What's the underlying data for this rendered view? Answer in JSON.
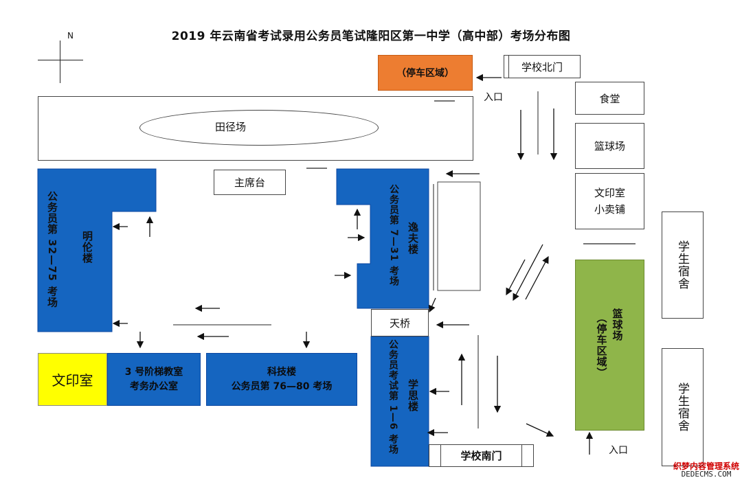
{
  "title": "2019 年云南省考试录用公务员笔试隆阳区第一中学（高中部）考场分布图",
  "compass": {
    "label": "N"
  },
  "areas": {
    "parking_north": "（停车区域）",
    "north_gate": "学校北门",
    "entrance_north": "入口",
    "canteen": "食堂",
    "basketball_top": "篮球场",
    "print_shop": [
      "文印室",
      "小卖铺"
    ],
    "dorm_top": "学生宿舍",
    "dorm_bottom": "学生宿舍",
    "track_field": "田径场",
    "rostrum": "主席台",
    "minglun_building": {
      "name": "明伦楼",
      "rooms": "公务员第 32—75 考场"
    },
    "yifu_building": {
      "name": "逸夫楼",
      "rooms": "公务员第 7—31 考场"
    },
    "bridge": "天桥",
    "xuesi_building": {
      "name": "学思楼",
      "rooms": "公务员考试第 1—6 考场"
    },
    "south_gate": "学校南门",
    "entrance_south": "入口",
    "basketball_parking": {
      "name": "篮球场",
      "sub": "（停车区域）"
    },
    "print_room": "文印室",
    "stair_room": [
      "3 号阶梯教室",
      "考务办公室"
    ],
    "tech_building": [
      "科技楼",
      "公务员第 76—80 考场"
    ]
  },
  "colors": {
    "exam_building": "#1565c0",
    "parking": "#ed7d31",
    "basketball_parking": "#8fb54a",
    "print_room": "#ffff00"
  },
  "watermark": {
    "line1": "织梦内容管理系统",
    "line2": "DEDECMS.COM"
  }
}
